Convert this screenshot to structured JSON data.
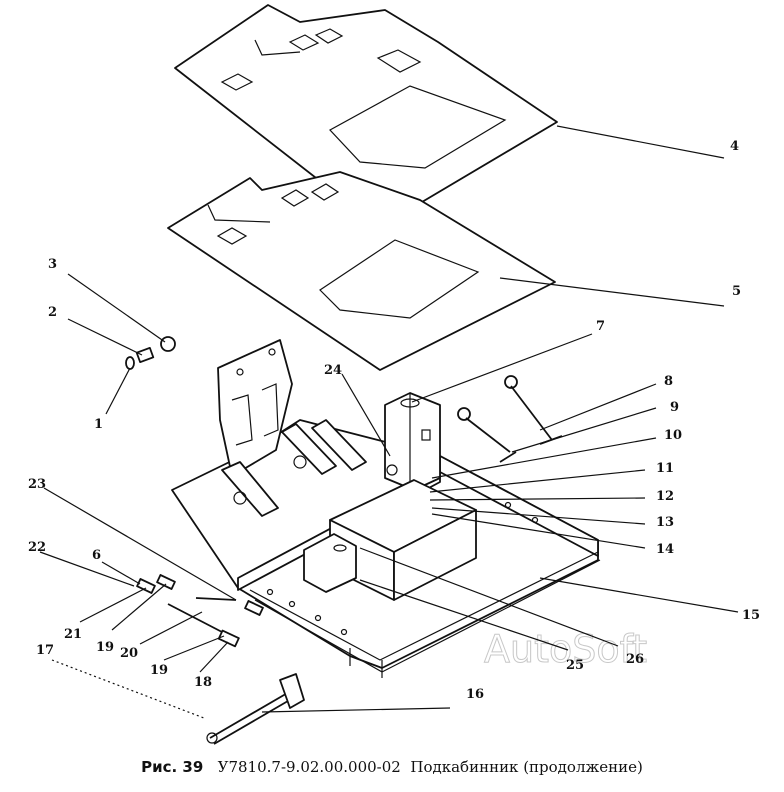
{
  "caption": {
    "figure": "Рис. 39",
    "code": "У7810.7-9.02.00.000-02",
    "title": "Подкабинник (продолжение)"
  },
  "watermark": "AutoSoft",
  "callouts": [
    {
      "id": "1",
      "part": "fastener"
    },
    {
      "id": "2",
      "part": "spring"
    },
    {
      "id": "3",
      "part": "washer"
    },
    {
      "id": "4",
      "part": "upper-floor-mat"
    },
    {
      "id": "5",
      "part": "lower-floor-mat"
    },
    {
      "id": "6",
      "part": "pin"
    },
    {
      "id": "7",
      "part": "lever-post"
    },
    {
      "id": "8",
      "part": "lever-long"
    },
    {
      "id": "9",
      "part": "lever-short"
    },
    {
      "id": "10",
      "part": "bracket"
    },
    {
      "id": "11",
      "part": "bolt"
    },
    {
      "id": "12",
      "part": "washer"
    },
    {
      "id": "13",
      "part": "nut"
    },
    {
      "id": "14",
      "part": "plate"
    },
    {
      "id": "15",
      "part": "frame"
    },
    {
      "id": "16",
      "part": "shaft"
    },
    {
      "id": "17",
      "part": "pin"
    },
    {
      "id": "18",
      "part": "pad"
    },
    {
      "id": "19",
      "part": "washer"
    },
    {
      "id": "19",
      "part": "washer"
    },
    {
      "id": "20",
      "part": "rod"
    },
    {
      "id": "21",
      "part": "pad"
    },
    {
      "id": "22",
      "part": "pin"
    },
    {
      "id": "23",
      "part": "lever"
    },
    {
      "id": "24",
      "part": "bracket"
    },
    {
      "id": "25",
      "part": "box"
    },
    {
      "id": "26",
      "part": "battery"
    }
  ]
}
